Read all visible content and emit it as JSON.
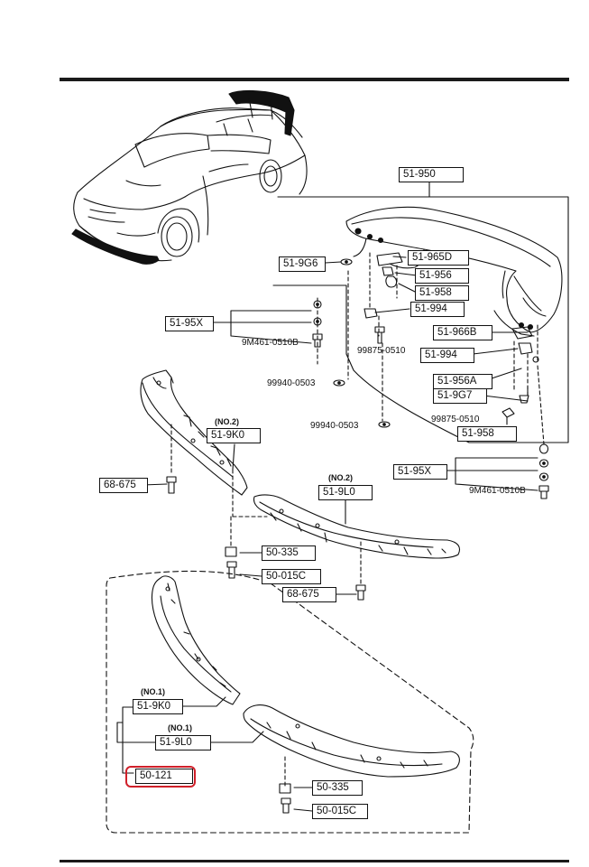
{
  "parts": {
    "p51950": "51-950",
    "p519G6": "51-9G6",
    "p51965D": "51-965D",
    "p51956_top": "51-956",
    "p51958_top": "51-958",
    "p51994_top": "51-994",
    "p5195X_top": "51-95X",
    "p9M461_top": "9M461-0510B",
    "p99875_top": "99875-0510",
    "p51966B": "51-966B",
    "p51994_mid": "51-994",
    "p51956A": "51-956A",
    "p519G7": "51-9G7",
    "p99875_mid": "99875-0510",
    "p51958_bot": "51-958",
    "p99940_a": "99940-0503",
    "p99940_b": "99940-0503",
    "p5195X_bot": "51-95X",
    "p9M461_bot": "9M461-0510B",
    "no2_a": "(NO.2)",
    "p519K0_no2": "51-9K0",
    "p68675_a": "68-675",
    "no2_b": "(NO.2)",
    "p519L0_no2": "51-9L0",
    "p50335_a": "50-335",
    "p50015C_a": "50-015C",
    "p68675_b": "68-675",
    "no1_a": "(NO.1)",
    "p519K0_no1": "51-9K0",
    "no1_b": "(NO.1)",
    "p519L0_no1": "51-9L0",
    "p50121": "50-121",
    "p50335_b": "50-335",
    "p50015C_b": "50-015C"
  },
  "colors": {
    "highlight": "#d0202a",
    "line": "#111111"
  }
}
